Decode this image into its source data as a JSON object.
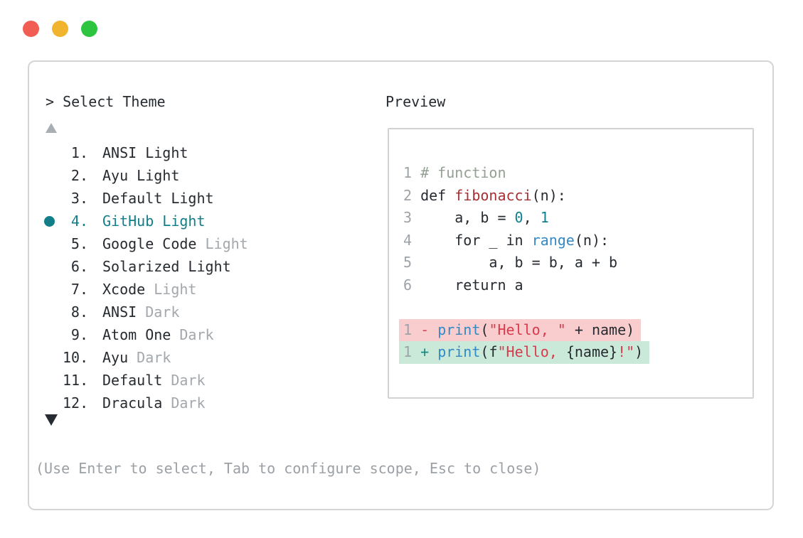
{
  "window": {
    "traffic_lights": [
      {
        "name": "close-button",
        "color": "#f25d53"
      },
      {
        "name": "minimize-button",
        "color": "#f0b42e"
      },
      {
        "name": "zoom-button",
        "color": "#2dc53f"
      }
    ]
  },
  "header": {
    "prompt_title": "> Select Theme",
    "preview_label": "Preview"
  },
  "theme_list": {
    "scroll_up_icon": "triangle-up",
    "scroll_down_icon": "triangle-down",
    "items": [
      {
        "number": "1.",
        "name": "ANSI Light",
        "dim": "",
        "selected": false
      },
      {
        "number": "2.",
        "name": "Ayu Light",
        "dim": "",
        "selected": false
      },
      {
        "number": "3.",
        "name": "Default Light",
        "dim": "",
        "selected": false
      },
      {
        "number": "4.",
        "name": "GitHub Light",
        "dim": "",
        "selected": true
      },
      {
        "number": "5.",
        "name": "Google Code ",
        "dim": "Light",
        "selected": false
      },
      {
        "number": "6.",
        "name": "Solarized Light",
        "dim": "",
        "selected": false
      },
      {
        "number": "7.",
        "name": "Xcode ",
        "dim": "Light",
        "selected": false
      },
      {
        "number": "8.",
        "name": "ANSI ",
        "dim": "Dark",
        "selected": false
      },
      {
        "number": "9.",
        "name": "Atom One ",
        "dim": "Dark",
        "selected": false
      },
      {
        "number": "10.",
        "name": "Ayu ",
        "dim": "Dark",
        "selected": false
      },
      {
        "number": "11.",
        "name": "Default ",
        "dim": "Dark",
        "selected": false
      },
      {
        "number": "12.",
        "name": "Dracula ",
        "dim": "Dark",
        "selected": false
      }
    ],
    "selected_color": "#117e8a"
  },
  "preview": {
    "code_lines": [
      {
        "gutter": "1",
        "diff": null,
        "tokens": [
          {
            "t": "# function",
            "c": "comment"
          }
        ]
      },
      {
        "gutter": "2",
        "diff": null,
        "tokens": [
          {
            "t": "def ",
            "c": "code"
          },
          {
            "t": "fibonacci",
            "c": "func"
          },
          {
            "t": "(n):",
            "c": "code"
          }
        ]
      },
      {
        "gutter": "3",
        "diff": null,
        "tokens": [
          {
            "t": "    a, b = ",
            "c": "code"
          },
          {
            "t": "0",
            "c": "num"
          },
          {
            "t": ", ",
            "c": "code"
          },
          {
            "t": "1",
            "c": "num"
          }
        ]
      },
      {
        "gutter": "4",
        "diff": null,
        "tokens": [
          {
            "t": "    for _ in ",
            "c": "code"
          },
          {
            "t": "range",
            "c": "call"
          },
          {
            "t": "(n):",
            "c": "code"
          }
        ]
      },
      {
        "gutter": "5",
        "diff": null,
        "tokens": [
          {
            "t": "        a, b = b, a + b",
            "c": "code"
          }
        ]
      },
      {
        "gutter": "6",
        "diff": null,
        "tokens": [
          {
            "t": "    return a",
            "c": "code"
          }
        ]
      },
      {
        "gutter": "",
        "diff": null,
        "tokens": []
      },
      {
        "gutter": "1",
        "diff": "removed",
        "tokens": [
          {
            "t": "- ",
            "c": "minus"
          },
          {
            "t": "print",
            "c": "call"
          },
          {
            "t": "(",
            "c": "code"
          },
          {
            "t": "\"Hello, \"",
            "c": "str"
          },
          {
            "t": " + name)",
            "c": "code"
          }
        ]
      },
      {
        "gutter": "1",
        "diff": "added",
        "tokens": [
          {
            "t": "+ ",
            "c": "plus"
          },
          {
            "t": "print",
            "c": "call"
          },
          {
            "t": "(f",
            "c": "code"
          },
          {
            "t": "\"Hello, ",
            "c": "str"
          },
          {
            "t": "{name}",
            "c": "code"
          },
          {
            "t": "!\"",
            "c": "str"
          },
          {
            "t": ")",
            "c": "code"
          }
        ]
      }
    ],
    "diff_colors": {
      "removed_bg": "#f9cdcd",
      "added_bg": "#cbe9d9"
    }
  },
  "footer": {
    "hint": "(Use Enter to select, Tab to configure scope, Esc to close)"
  }
}
